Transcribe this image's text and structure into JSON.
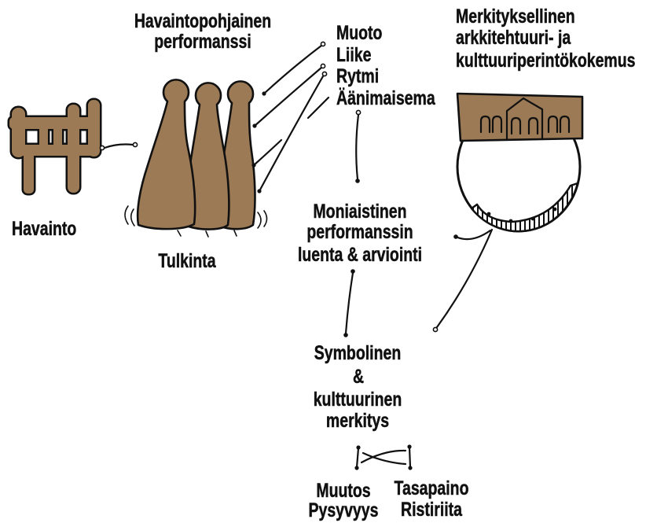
{
  "performance_title": {
    "line1": "Havaintopohjainen",
    "line2": "performanssi"
  },
  "qualities": [
    "Muoto",
    "Liike",
    "Rytmi",
    "Äänimaisema"
  ],
  "experience": {
    "line1": "Merkityksellinen",
    "line2": "arkkitehtuuri- ja",
    "line3": "kulttuuriperintökokemus"
  },
  "perception": "Havainto",
  "interpretation": "Tulkinta",
  "reading": {
    "line1": "Moniaistinen",
    "line2": "performanssin",
    "line3": "luenta & arviointi"
  },
  "meaning": {
    "line1": "Symbolinen",
    "line2": "&",
    "line3": "kulttuurinen",
    "line4": "merkitys"
  },
  "pair_left": {
    "line1": "Muutos",
    "line2": "Pysyvyys"
  },
  "pair_right": {
    "line1": "Tasapaino",
    "line2": "Ristiriita"
  },
  "icons": {
    "perception": "fence-icon",
    "interpretation": "figures-icon",
    "experience": "building-on-sphere-icon"
  },
  "colors": {
    "figure_fill": "#9c7a55",
    "ink": "#111111"
  }
}
